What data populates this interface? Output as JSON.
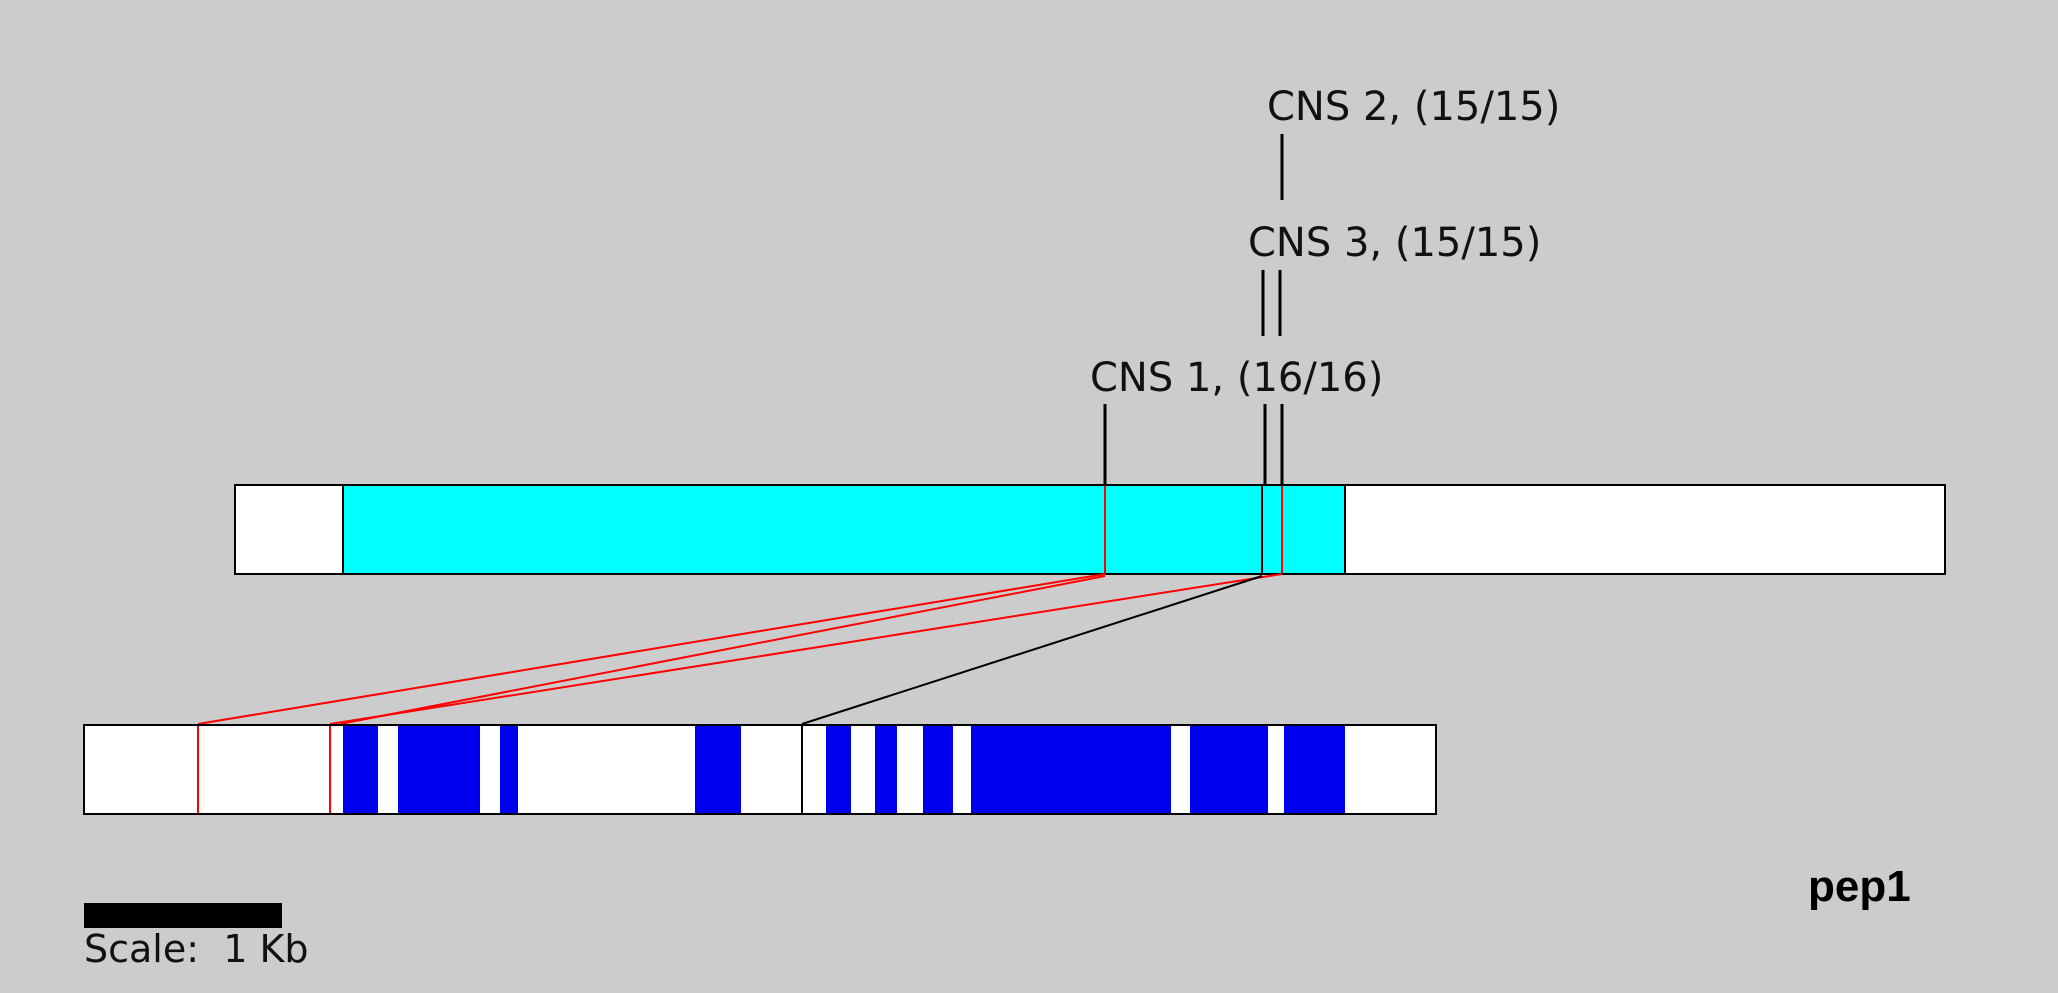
{
  "cns_features": [
    {
      "id": "cns1",
      "label": "CNS 1, (16/16)"
    },
    {
      "id": "cns2",
      "label": "CNS 2, (15/15)"
    },
    {
      "id": "cns3",
      "label": "CNS 3, (15/15)"
    }
  ],
  "scale": {
    "label": "Scale:  1 Kb"
  },
  "gene_name": "pep1",
  "colors": {
    "background": "#cccccc",
    "upper_gene_region": "#00ffff",
    "lower_exons": "#0000ee",
    "track_fill": "#ffffff",
    "conserved_line": "#ff0000",
    "other_line": "#000000"
  }
}
